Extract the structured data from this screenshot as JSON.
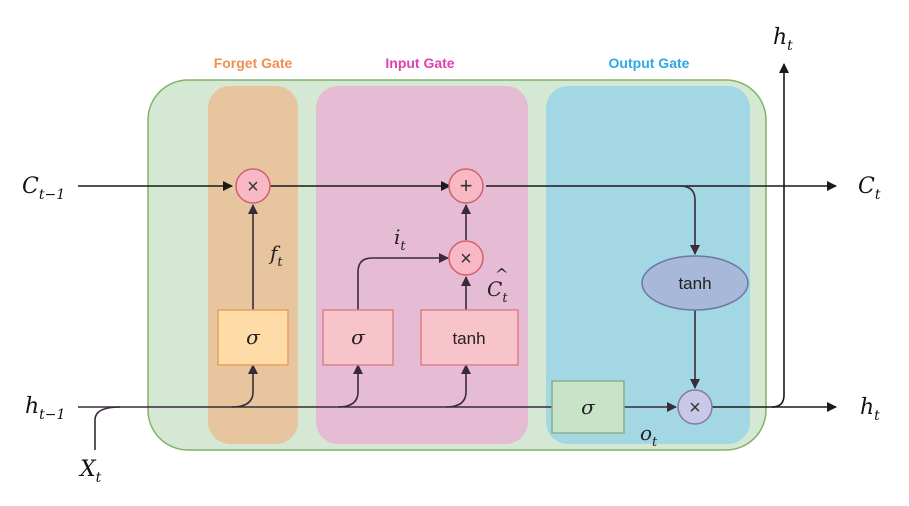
{
  "gates": {
    "forget": {
      "title": "Forget Gate",
      "color": "#f28e52"
    },
    "input": {
      "title": "Input Gate",
      "color": "#e040b0"
    },
    "output": {
      "title": "Output Gate",
      "color": "#29a9e6"
    }
  },
  "io_labels": {
    "c_prev": {
      "base": "C",
      "sub": "t−1"
    },
    "h_prev": {
      "base": "h",
      "sub": "t−1"
    },
    "x_t": {
      "base": "X",
      "sub": "t"
    },
    "c_t": {
      "base": "C",
      "sub": "t"
    },
    "h_t_right": {
      "base": "h",
      "sub": "t"
    },
    "h_t_top": {
      "base": "h",
      "sub": "t"
    }
  },
  "inner_labels": {
    "f_t": {
      "base": "f",
      "sub": "t"
    },
    "i_t": {
      "base": "i",
      "sub": "t"
    },
    "c_hat": {
      "base": "C",
      "sub": "t",
      "hat": "^"
    },
    "o_t": {
      "base": "o",
      "sub": "t"
    }
  },
  "ops": {
    "multiply": "×",
    "add": "+"
  },
  "boxes": {
    "sigma": "σ",
    "tanh": "tanh"
  },
  "colors": {
    "cell_bg": "#d5e8d4",
    "cell_border": "#82b366",
    "forget_band": "#e8c199",
    "input_band": "#e6b9d3",
    "output_band": "#a0d6e4",
    "forget_box": "#ffdba8",
    "forget_box_border": "#e8a058",
    "pink_box": "#f8c4cc",
    "pink_box_border": "#e0808a",
    "op_circle": "#f8b8c4",
    "op_circle_border": "#d06070",
    "out_circle": "#c8c8e8",
    "tanh_ellipse": "#a8b8d8",
    "output_sigma_box": "#c8e4c8",
    "line": "#3a2a3a"
  }
}
